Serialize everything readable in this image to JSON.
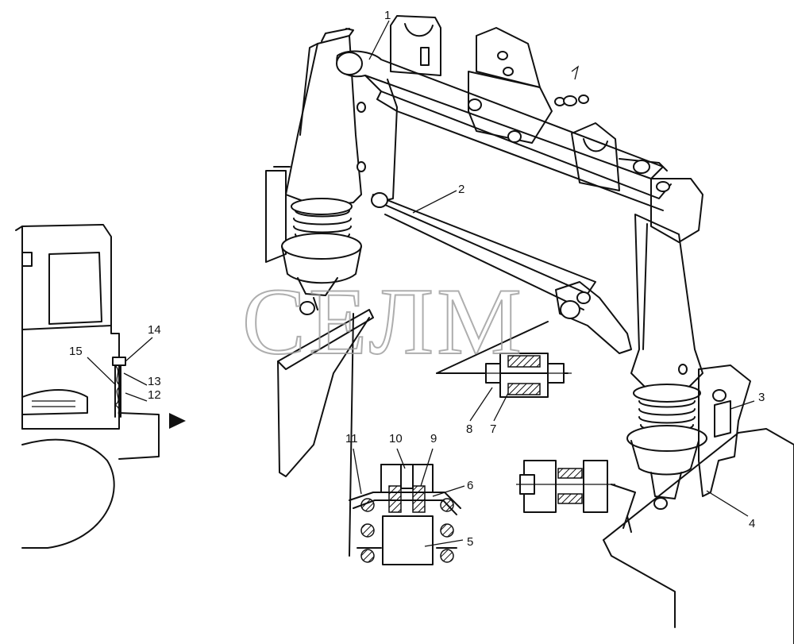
{
  "watermark": "СЕЛМ",
  "callouts": [
    {
      "label": "1"
    },
    {
      "label": "2"
    },
    {
      "label": "3"
    },
    {
      "label": "4"
    },
    {
      "label": "5"
    },
    {
      "label": "6"
    },
    {
      "label": "7"
    },
    {
      "label": "8"
    },
    {
      "label": "9"
    },
    {
      "label": "10"
    },
    {
      "label": "11"
    },
    {
      "label": "12"
    },
    {
      "label": "13"
    },
    {
      "label": "14"
    },
    {
      "label": "15"
    }
  ]
}
